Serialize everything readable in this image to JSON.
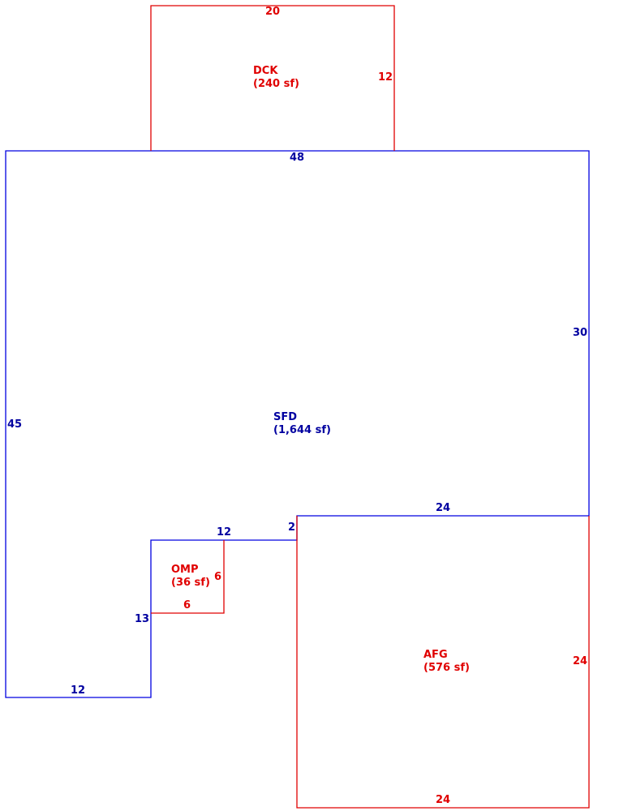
{
  "colors": {
    "red": "#e00000",
    "blue_line": "#0000e0",
    "blue_text": "#0000a0"
  },
  "areas": {
    "dck": {
      "name": "DCK",
      "size": "(240 sf)"
    },
    "sfd": {
      "name": "SFD",
      "size": "(1,644 sf)"
    },
    "omp": {
      "name": "OMP",
      "size": "(36 sf)"
    },
    "afg": {
      "name": "AFG",
      "size": "(576 sf)"
    }
  },
  "dimensions": {
    "dck_top": "20",
    "dck_right": "12",
    "sfd_top": "48",
    "sfd_right": "30",
    "sfd_left": "45",
    "sfd_notch_top": "24",
    "sfd_step": "2",
    "sfd_notch_mid": "12",
    "sfd_inner_left": "13",
    "sfd_bottom": "12",
    "omp_right": "6",
    "omp_bottom": "6",
    "afg_right": "24",
    "afg_bottom": "24"
  }
}
